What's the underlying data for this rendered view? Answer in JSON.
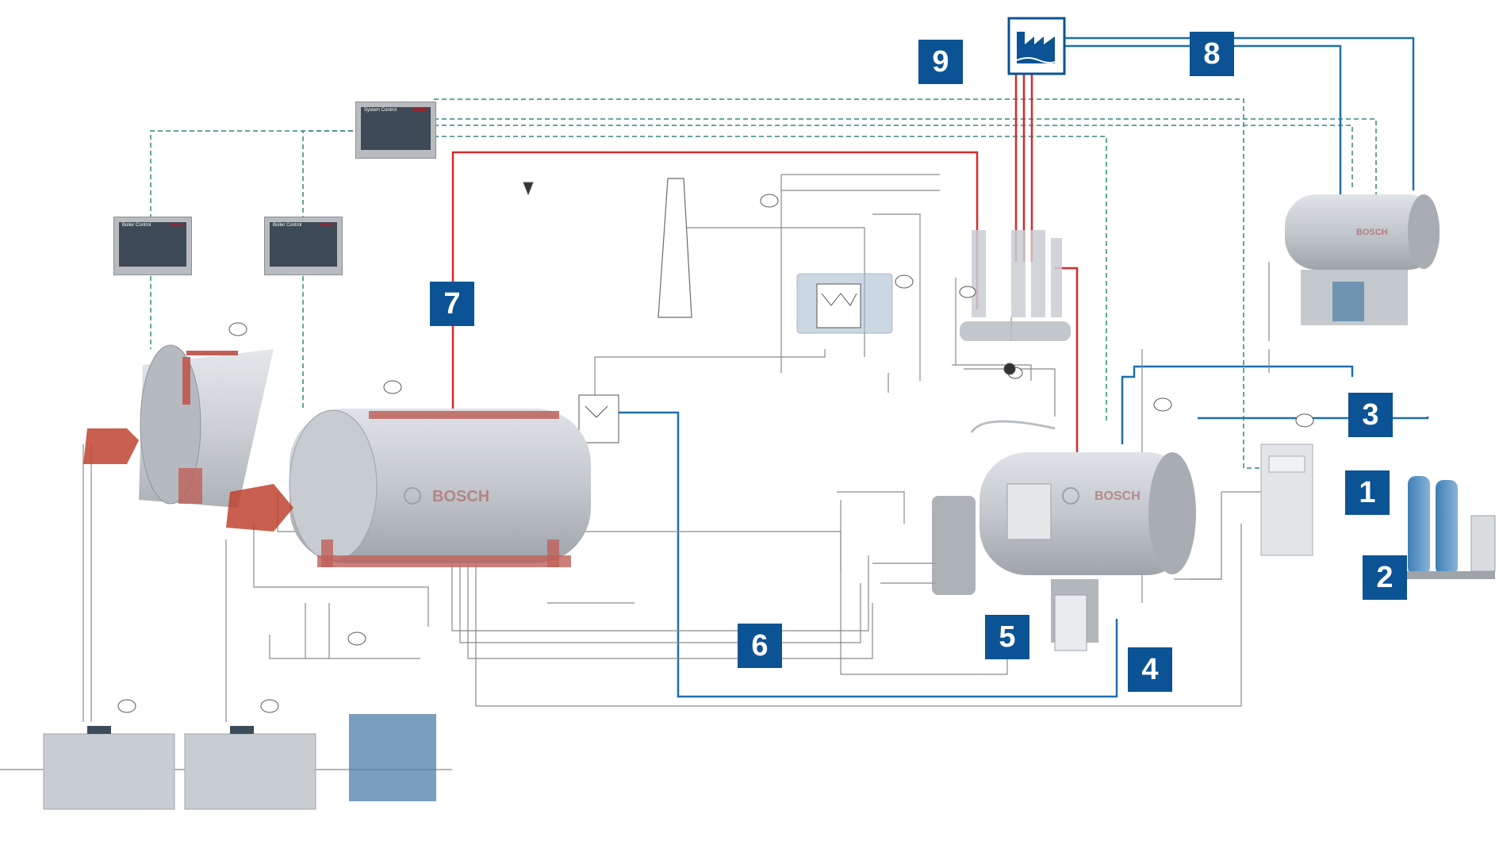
{
  "diagram": {
    "brand_label": "BOSCH",
    "colors": {
      "badge": "#0b5394",
      "steam_line": "#d62b2b",
      "water_line": "#1f6fb0",
      "control_line": "#2f8a7a",
      "pipe_line": "#7a7a7a",
      "equipment": "#c9ced3"
    },
    "badges": [
      {
        "number": "1"
      },
      {
        "number": "2"
      },
      {
        "number": "3"
      },
      {
        "number": "4"
      },
      {
        "number": "5"
      },
      {
        "number": "6"
      },
      {
        "number": "7"
      },
      {
        "number": "8"
      },
      {
        "number": "9"
      }
    ],
    "control_panels": {
      "system": {
        "title": "System Control",
        "brand": "BOSCH"
      },
      "boiler_left": {
        "title": "Boiler Control",
        "brand": "BOSCH"
      },
      "boiler_right": {
        "title": "Boiler Control",
        "brand": "BOSCH"
      }
    },
    "icons": {
      "consumer": "factory-icon"
    }
  }
}
